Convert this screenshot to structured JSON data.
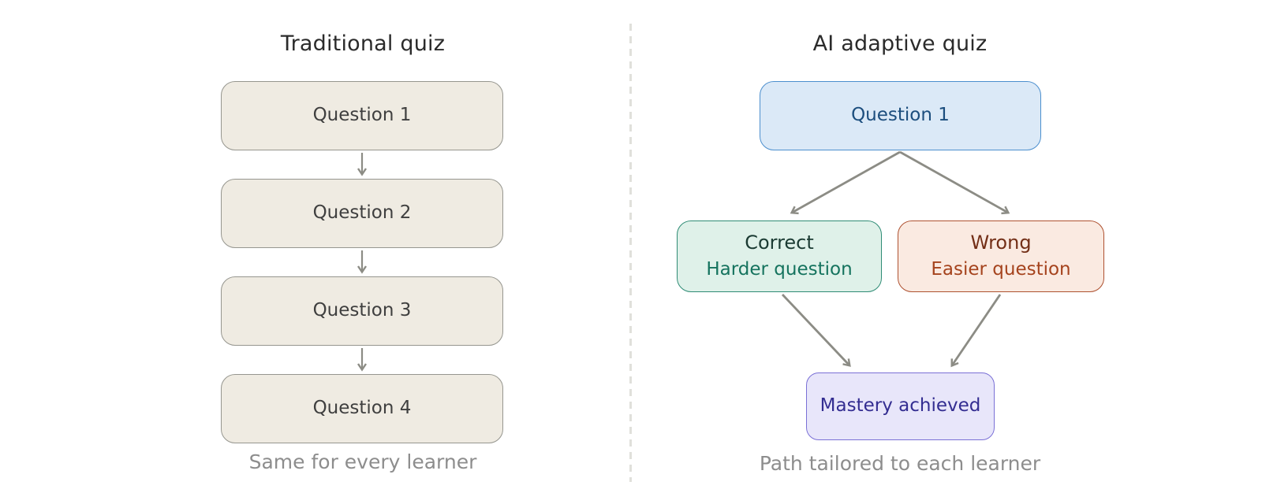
{
  "left": {
    "title": "Traditional quiz",
    "boxes": [
      "Question 1",
      "Question 2",
      "Question 3",
      "Question 4"
    ],
    "caption": "Same for every learner"
  },
  "right": {
    "title": "AI adaptive quiz",
    "question": {
      "label": "Question 1"
    },
    "correct": {
      "title": "Correct",
      "subtitle": "Harder question"
    },
    "wrong": {
      "title": "Wrong",
      "subtitle": "Easier question"
    },
    "mastery": {
      "label": "Mastery achieved"
    },
    "caption": "Path tailored to each learner"
  },
  "edges": [
    {
      "from": "question-1-left",
      "to": "question-2"
    },
    {
      "from": "question-2",
      "to": "question-3"
    },
    {
      "from": "question-3",
      "to": "question-4"
    },
    {
      "from": "question-1-right",
      "to": "correct"
    },
    {
      "from": "question-1-right",
      "to": "wrong"
    },
    {
      "from": "correct",
      "to": "mastery"
    },
    {
      "from": "wrong",
      "to": "mastery"
    }
  ],
  "colors": {
    "background": "#ffffff",
    "title_text": "#2b2b2b",
    "caption_text": "#8d8d8d",
    "arrow": "#8c8c85",
    "divider": "#e0e0db",
    "left_box_fill": "#efebe2",
    "left_box_border": "#96968f",
    "left_box_text": "#3f3f3f",
    "blue_fill": "#dbe9f7",
    "blue_border": "#4c8fce",
    "blue_text": "#1c4e7e",
    "green_fill": "#dff1e9",
    "green_border": "#2f8c75",
    "green_title": "#1b3b33",
    "green_sub": "#15735e",
    "orange_fill": "#faeae1",
    "orange_border": "#ae5130",
    "orange_title": "#732f17",
    "orange_sub": "#a5431d",
    "purple_fill": "#e8e6fa",
    "purple_border": "#7a70d6",
    "purple_text": "#332d91"
  }
}
